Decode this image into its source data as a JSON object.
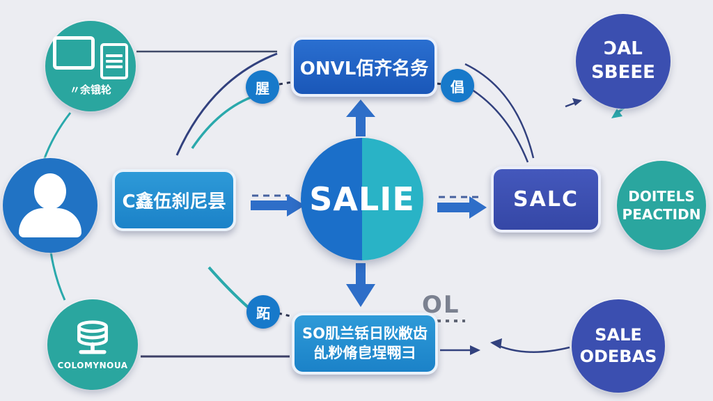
{
  "colors": {
    "background": "#ecedf2",
    "teal": "#2aa69f",
    "royal_blue": "#1d64c6",
    "sky_blue": "#1e96d6",
    "indigo": "#3b4fb0",
    "badge_blue": "#1779ca",
    "arrow_blue": "#2e6ec8",
    "navy_line": "#32417e",
    "center_left": "#1b6fc9",
    "center_right": "#29b3c6",
    "ol_gray": "#7b8190"
  },
  "nodes": {
    "center_circle": {
      "label": "SALIE"
    },
    "top_box": {
      "label": "ONVL佰齐名务"
    },
    "left_box": {
      "label": "C鑫伍刹尼昙"
    },
    "right_box": {
      "label": "SALC"
    },
    "bottom_box": {
      "line1": "SO肌兰铦日阦敝齿",
      "line2": "乨粆脩皀埕翈彐"
    },
    "device_circle": {
      "label": "〃余锇轮"
    },
    "database_circle": {
      "label": "COLOMYNOUA"
    },
    "top_right_circle": {
      "line1": "ƆAL",
      "line2": "SBEEE"
    },
    "mid_right_circle": {
      "line1": "DOITELS",
      "line2": "PEACTIDN"
    },
    "bottom_right_circle": {
      "line1": "SALE",
      "line2": "ODEBAS"
    },
    "badge_top_left": {
      "glyph": "腥"
    },
    "badge_top_right": {
      "glyph": "倡"
    },
    "badge_bottom_left": {
      "glyph": "跖"
    },
    "ol_label": {
      "text": "OL"
    }
  }
}
